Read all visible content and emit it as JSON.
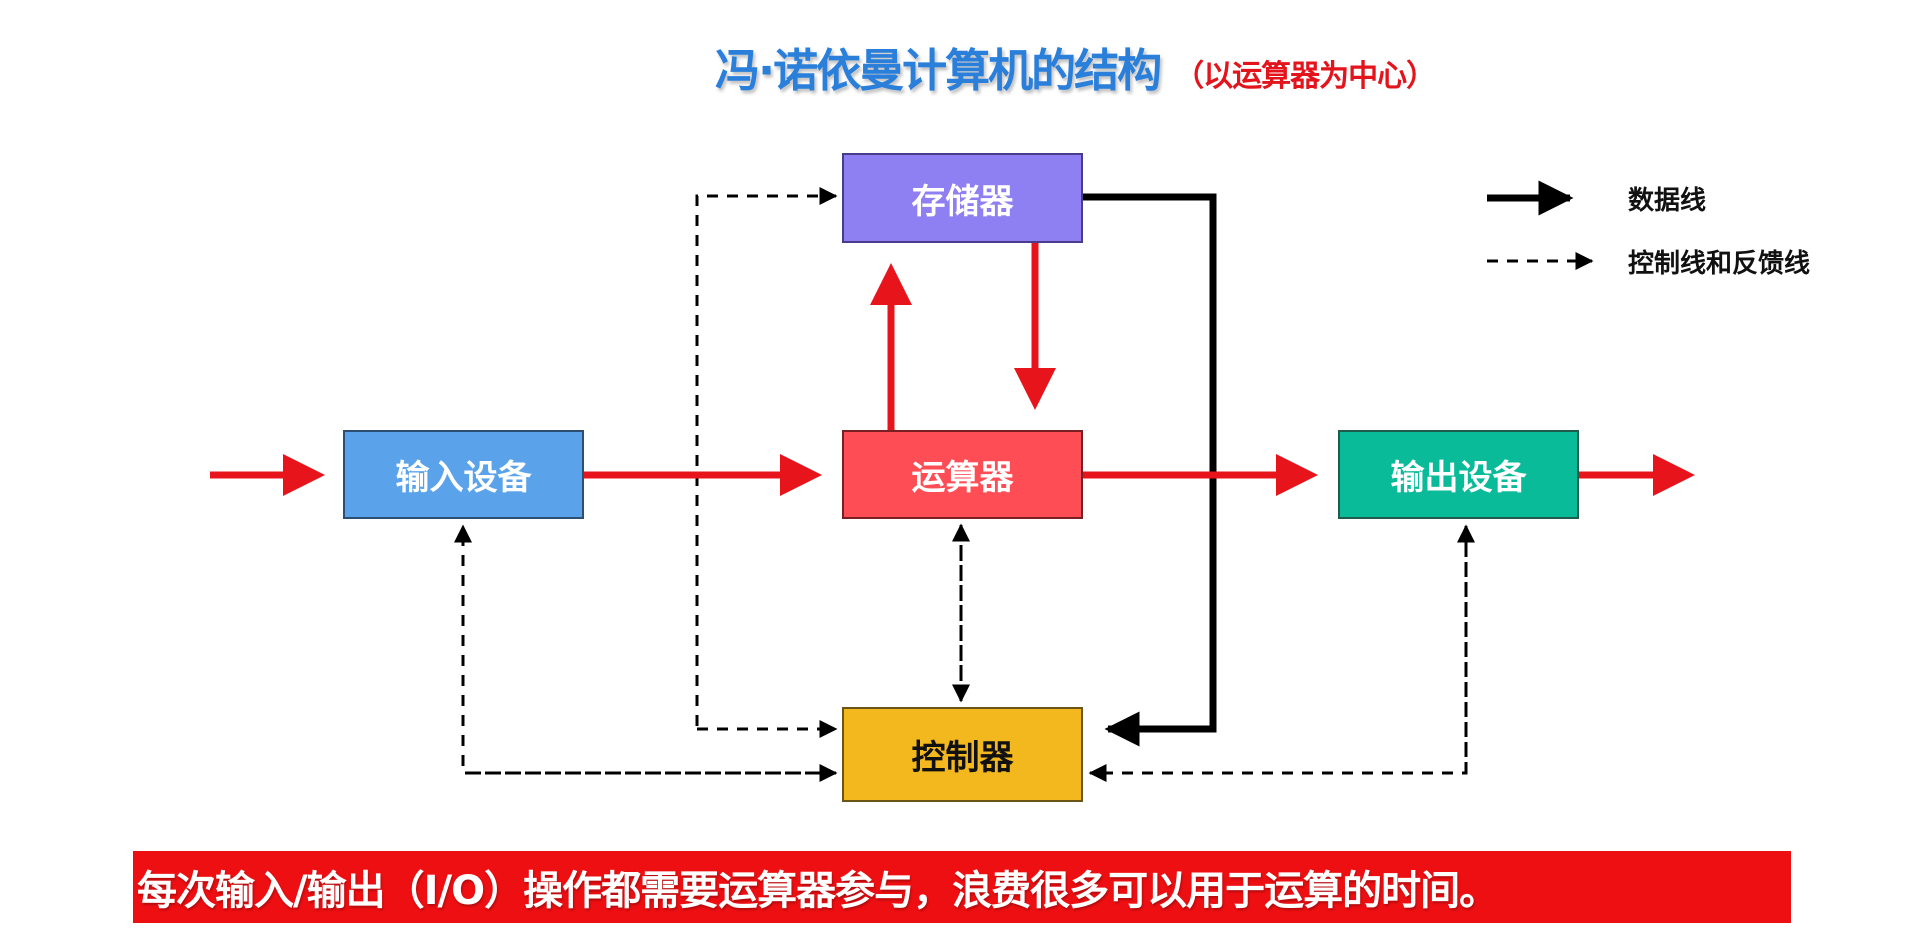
{
  "title": {
    "main": "冯·诺依曼计算机的结构",
    "sub": "（以运算器为中心）"
  },
  "components": {
    "memory": "存储器",
    "alu": "运算器",
    "input": "输入设备",
    "output": "输出设备",
    "controller": "控制器"
  },
  "legend": {
    "data_line": "数据线",
    "control_line": "控制线和反馈线"
  },
  "banner": "每次输入/输出（I/O）操作都需要运算器参与，浪费很多可以用于运算的时间。",
  "colors": {
    "title_blue": "#2A7FDB",
    "subtitle_red": "#E3141B",
    "memory": "#8E7FF2",
    "alu": "#FF4D55",
    "input": "#5AA3EB",
    "output": "#0ABB9A",
    "controller": "#F2B81E",
    "data_flow_red": "#E8141B",
    "banner": "#EE0F12"
  }
}
